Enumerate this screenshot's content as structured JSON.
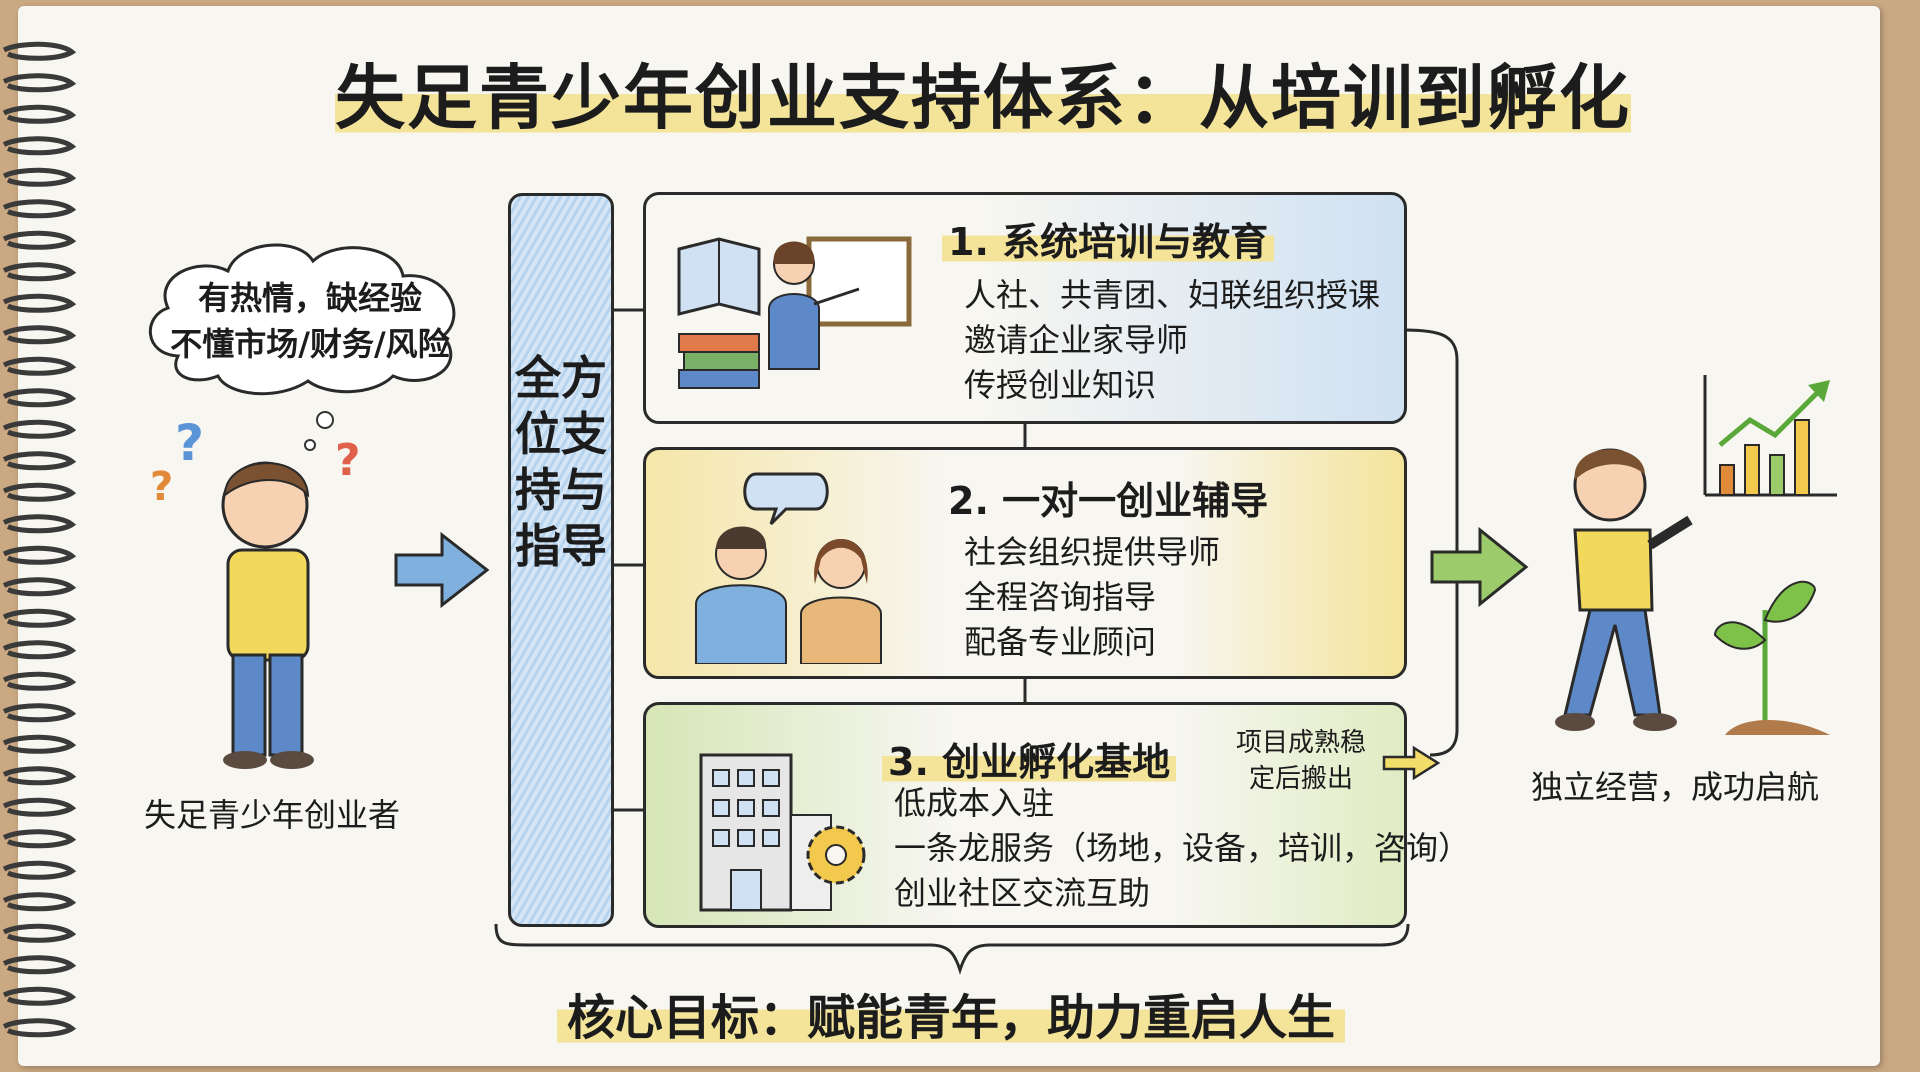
{
  "title": "失足青少年创业支持体系：从培训到孵化",
  "left": {
    "thought_line1": "有热情，缺经验",
    "thought_line2": "不懂市场/财务/风险",
    "label": "失足青少年创业者"
  },
  "support_bar": "全方位支持与指导",
  "steps": [
    {
      "title": "1. 系统培训与教育",
      "lines": [
        "人社、共青团、妇联组织授课",
        "邀请企业家导师",
        "传授创业知识"
      ]
    },
    {
      "title": "2. 一对一创业辅导",
      "lines": [
        "社会组织提供导师",
        "全程咨询指导",
        "配备专业顾问"
      ]
    },
    {
      "title": "3. 创业孵化基地",
      "lines": [
        "低成本入驻",
        "一条龙服务（场地，设备，培训，咨询）",
        "创业社区交流互助"
      ],
      "note_line1": "项目成熟稳",
      "note_line2": "定后搬出"
    }
  ],
  "right": {
    "label": "独立经营，成功启航"
  },
  "goal": "核心目标：赋能青年，助力重启人生",
  "colors": {
    "blue": "#7fb0de",
    "yellow": "#f4e49a",
    "green": "#9ccb6b"
  }
}
